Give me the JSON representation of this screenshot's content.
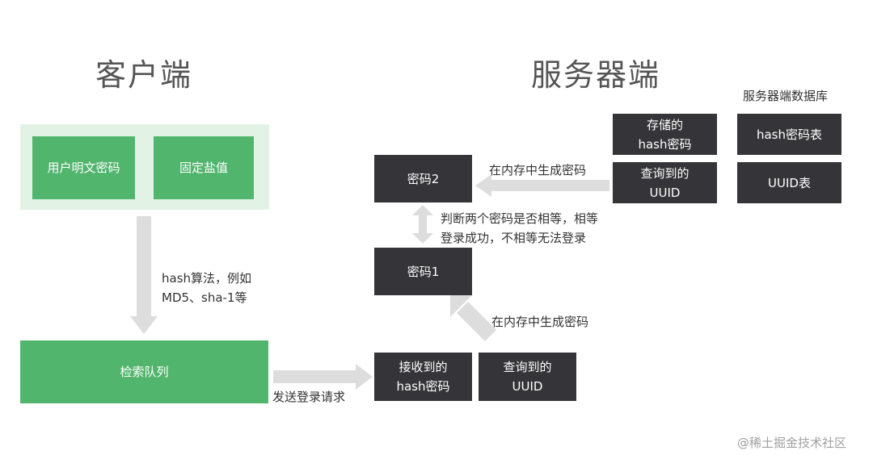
{
  "client": {
    "title": "客户端",
    "plain_password": "用户明文密码",
    "fixed_salt": "固定盐值",
    "hash_note": "hash算法，例如\nMD5、sha-1等",
    "result_box": "检索队列",
    "send_note": "发送登录请求"
  },
  "server": {
    "title": "服务器端",
    "db_title": "服务器端数据库",
    "stored_hash": "存储的\nhash密码",
    "queried_uuid_top": "查询到的\nUUID",
    "hash_table": "hash密码表",
    "uuid_table": "UUID表",
    "password2": "密码2",
    "generate_note_top": "在内存中生成密码",
    "compare_note": "判断两个密码是否相等，相等\n登录成功，不相等无法登录",
    "password1": "密码1",
    "generate_note_bottom": "在内存中生成密码",
    "received_hash": "接收到的\nhash密码",
    "queried_uuid_bottom": "查询到的\nUUID"
  },
  "watermark": "@稀土掘金技术社区",
  "colors": {
    "green": "#52b56e",
    "light_green": "#e2f2e5",
    "dark": "#353438",
    "arrow": "#dddddd"
  }
}
